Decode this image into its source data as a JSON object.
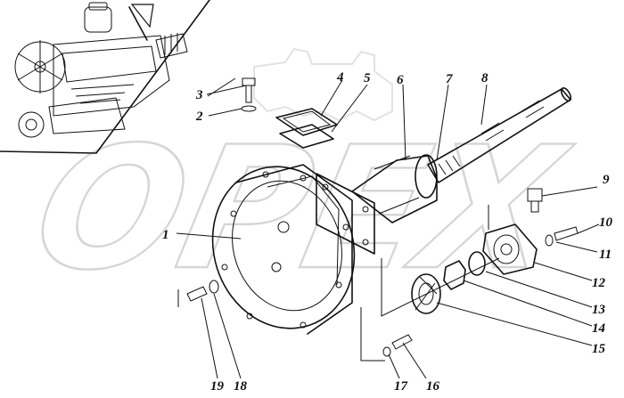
{
  "watermark": "OPEX",
  "callouts": [
    {
      "id": "1",
      "text": "1"
    },
    {
      "id": "2",
      "text": "2"
    },
    {
      "id": "3",
      "text": "3"
    },
    {
      "id": "4",
      "text": "4"
    },
    {
      "id": "5",
      "text": "5"
    },
    {
      "id": "6",
      "text": "6"
    },
    {
      "id": "7",
      "text": "7"
    },
    {
      "id": "8",
      "text": "8"
    },
    {
      "id": "9",
      "text": "9"
    },
    {
      "id": "10",
      "text": "10"
    },
    {
      "id": "11",
      "text": "11"
    },
    {
      "id": "12",
      "text": "12"
    },
    {
      "id": "13",
      "text": "13"
    },
    {
      "id": "14",
      "text": "14"
    },
    {
      "id": "15",
      "text": "15"
    },
    {
      "id": "16",
      "text": "16"
    },
    {
      "id": "17",
      "text": "17"
    },
    {
      "id": "18",
      "text": "18"
    },
    {
      "id": "19",
      "text": "19"
    }
  ],
  "colors": {
    "ink": "#111111",
    "watermark": "#d6d6d6",
    "background": "#ffffff"
  }
}
